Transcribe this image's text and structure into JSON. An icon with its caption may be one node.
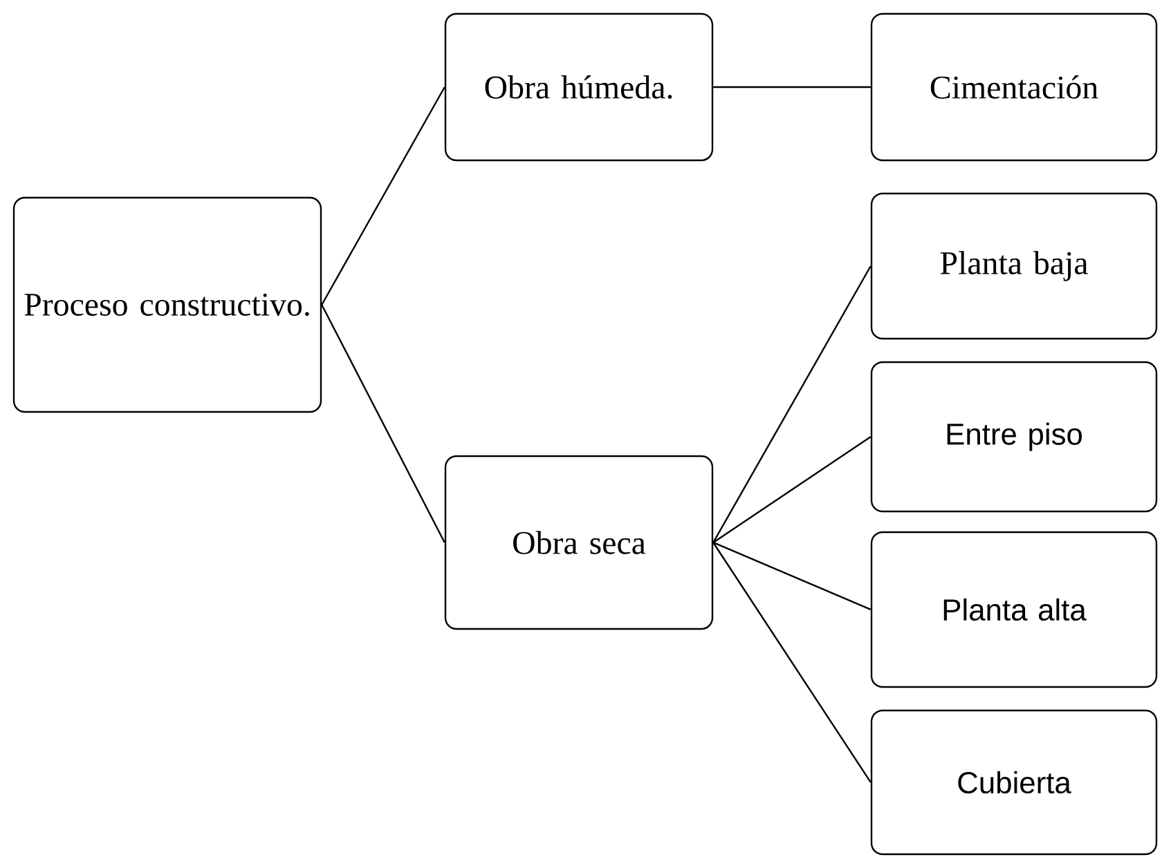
{
  "diagram": {
    "nodes": [
      {
        "text": [
          "Proceso constructivo."
        ]
      },
      {
        "text": [
          "Obra húmeda."
        ]
      },
      {
        "text": [
          "Cimentación"
        ]
      },
      {
        "text": [
          "Obra seca"
        ]
      },
      {
        "text": [
          "Planta baja"
        ]
      },
      {
        "text": [
          "Entre piso"
        ]
      },
      {
        "text": [
          "Planta alta"
        ]
      },
      {
        "text": [
          "Cubierta"
        ]
      }
    ],
    "edges": [
      {
        "from": 0,
        "to": 1,
        "arrow": "none"
      },
      {
        "from": 0,
        "to": 3,
        "arrow": "none"
      },
      {
        "from": 1,
        "to": 2,
        "arrow": "none"
      },
      {
        "from": 3,
        "to": 4,
        "arrow": "none"
      },
      {
        "from": 3,
        "to": 5,
        "arrow": "none"
      },
      {
        "from": 3,
        "to": 6,
        "arrow": "none"
      },
      {
        "from": 3,
        "to": 7,
        "arrow": "none"
      }
    ]
  }
}
